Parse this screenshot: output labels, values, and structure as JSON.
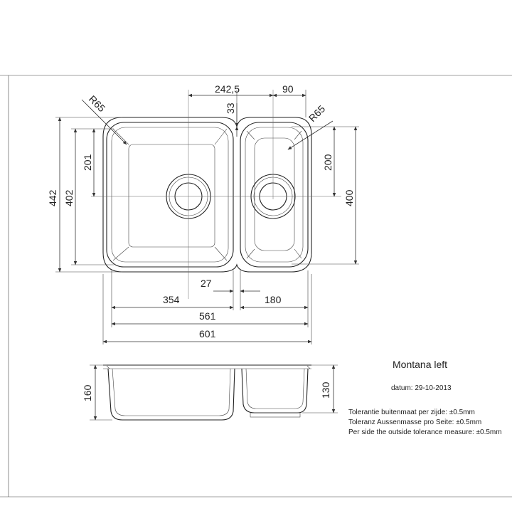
{
  "drawing": {
    "product_name": "Montana left",
    "date_line": "datum: 29-10-2013",
    "tolerance_lines": [
      "Tolerantie buitenmaat per zijde: ±0.5mm",
      "Toleranz Aussenmasse pro Seite: ±0.5mm",
      "Per side the outside tolerance measure: ±0.5mm"
    ]
  },
  "dimensions": {
    "top_offset": "242,5",
    "top_small_width": "90",
    "top_gap": "33",
    "radius_left": "R65",
    "radius_right": "R65",
    "left_half_height": "201",
    "left_outer_height": "442",
    "left_inner_height": "402",
    "right_half_height": "200",
    "right_inner_height": "400",
    "gap_width": "27",
    "left_inner_width": "354",
    "right_inner_width": "180",
    "inner_total_width": "561",
    "outer_total_width": "601",
    "left_depth": "160",
    "right_depth": "130"
  }
}
